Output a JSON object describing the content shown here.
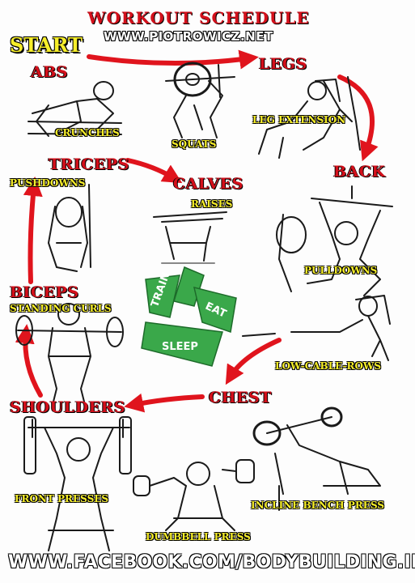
{
  "header": {
    "title": "WORKOUT SCHEDULE",
    "website": "WWW.PIOTROWICZ.NET",
    "start": "START"
  },
  "muscle_groups": {
    "abs": "ABS",
    "legs": "LEGS",
    "back": "BACK",
    "chest": "CHEST",
    "shoulders": "SHOULDERS",
    "biceps": "BICEPS",
    "triceps": "TRICEPS",
    "calves": "CALVES"
  },
  "exercises": {
    "crunches": "CRUNCHES",
    "squats": "SQUATS",
    "leg_extension": "LEG EXTENSION",
    "pulldowns": "PULLDOWNS",
    "low_cable_rows": "LOW-CABLE-ROWS",
    "incline_bench_press": "INCLINE BENCH PRESS",
    "dumbbell_press": "DUMBBELL PRESS",
    "front_presses": "FRONT PRESSES",
    "standing_curls": "STANDING CURLS",
    "pushdowns": "PUSHDOWNS",
    "raises": "RAISES"
  },
  "cycle_logo": {
    "words": [
      "TRAIN",
      "EAT",
      "SLEEP"
    ],
    "color": "#3aa84a"
  },
  "footer": {
    "url": "WWW.FACEBOOK.COM/BODYBUILDING.INSPIRATION"
  },
  "colors": {
    "heading": "#d4101b",
    "exercise": "#f6ee2a",
    "arrow": "#e0141d"
  }
}
